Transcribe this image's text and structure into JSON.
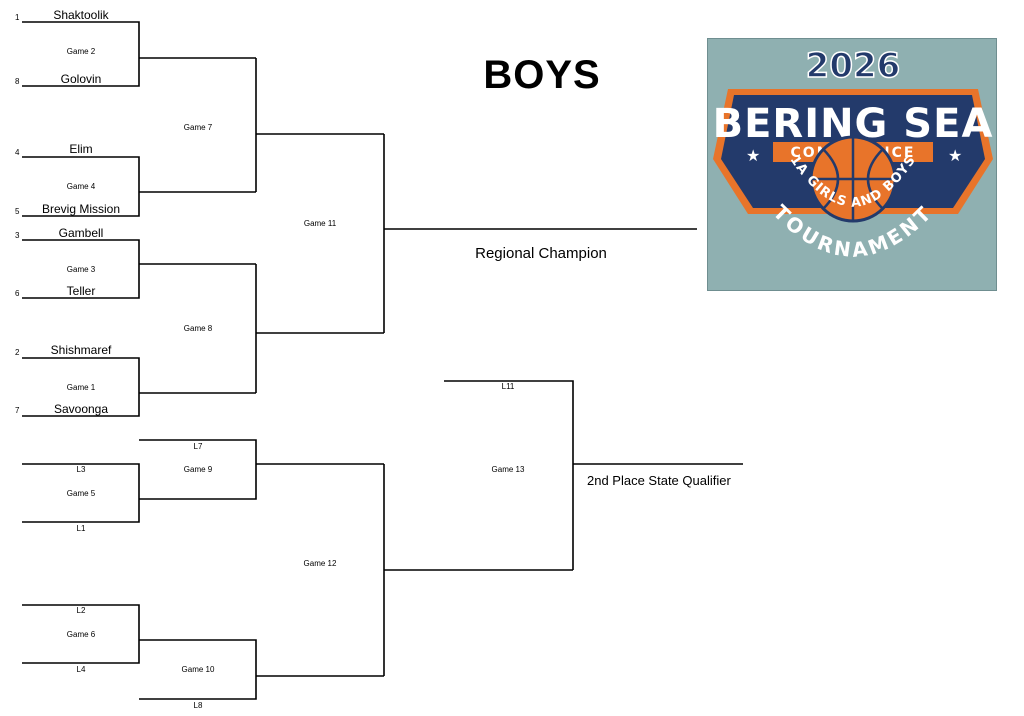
{
  "title": "BOYS",
  "teams": {
    "shaktoolik": {
      "seed": "1",
      "name": "Shaktoolik"
    },
    "golovin": {
      "seed": "8",
      "name": "Golovin"
    },
    "elim": {
      "seed": "4",
      "name": "Elim"
    },
    "brevig": {
      "seed": "5",
      "name": "Brevig Mission"
    },
    "gambell": {
      "seed": "3",
      "name": "Gambell"
    },
    "teller": {
      "seed": "6",
      "name": "Teller"
    },
    "shishmaref": {
      "seed": "2",
      "name": "Shishmaref"
    },
    "savoonga": {
      "seed": "7",
      "name": "Savoonga"
    }
  },
  "games": {
    "g1": "Game 1",
    "g2": "Game 2",
    "g3": "Game 3",
    "g4": "Game 4",
    "g5": "Game 5",
    "g6": "Game 6",
    "g7": "Game 7",
    "g8": "Game 8",
    "g9": "Game 9",
    "g10": "Game 10",
    "g11": "Game 11",
    "g12": "Game 12",
    "g13": "Game 13"
  },
  "losers": {
    "l1": "L1",
    "l2": "L2",
    "l3": "L3",
    "l4": "L4",
    "l7": "L7",
    "l8": "L8",
    "l11": "L11"
  },
  "results": {
    "champion": "Regional Champion",
    "second": "2nd Place State Qualifier"
  },
  "logo": {
    "year": "2026",
    "name": "BERING SEA",
    "conference": "CONFERENCE",
    "division": "1A GIRLS AND BOYS",
    "event": "TOURNAMENT",
    "colors": {
      "background": "#8fb0b1",
      "navy": "#233a6b",
      "orange": "#e8742a",
      "white": "#ffffff"
    }
  }
}
